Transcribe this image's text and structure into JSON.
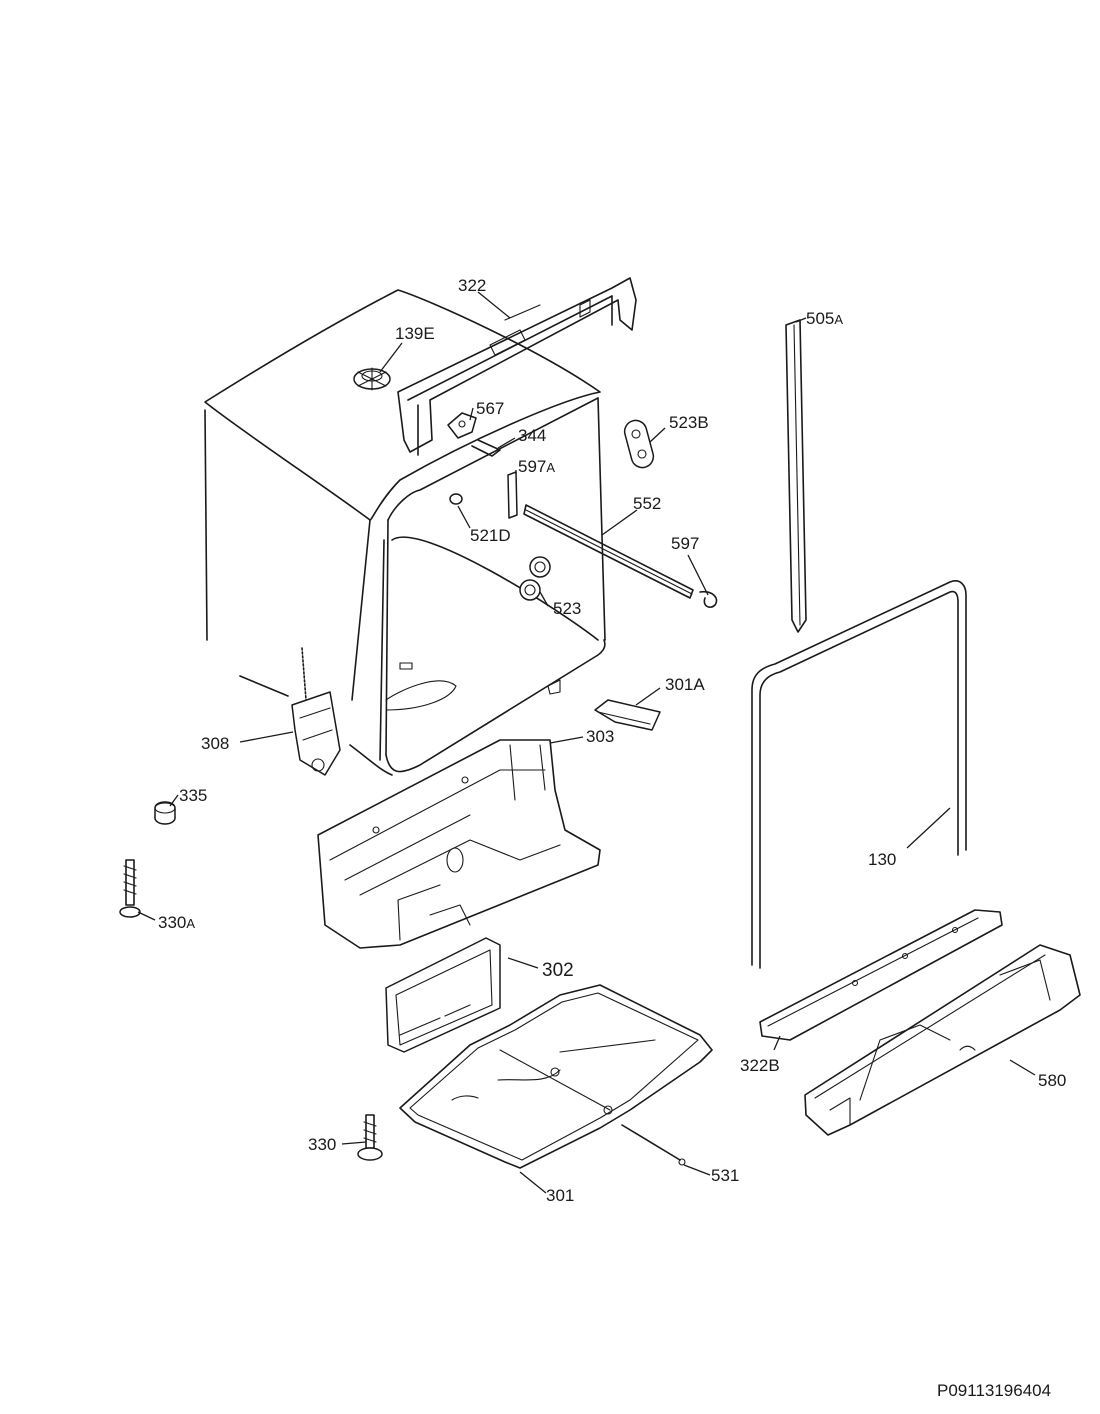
{
  "diagram": {
    "reference_number": "P09113196404",
    "callouts": {
      "c322": "322",
      "c139e": "139E",
      "c567": "567",
      "c344": "344",
      "c597a_num": "597",
      "c597a_suffix": "A",
      "c523b": "523B",
      "c505a_num": "505",
      "c505a_suffix": "A",
      "c552": "552",
      "c521d": "521D",
      "c597": "597",
      "c523": "523",
      "c301a": "301A",
      "c308": "308",
      "c303": "303",
      "c335": "335",
      "c130": "130",
      "c330a_num": "330",
      "c330a_suffix": "A",
      "c302": "302",
      "c322b": "322B",
      "c580": "580",
      "c330": "330",
      "c531": "531",
      "c301": "301"
    }
  }
}
